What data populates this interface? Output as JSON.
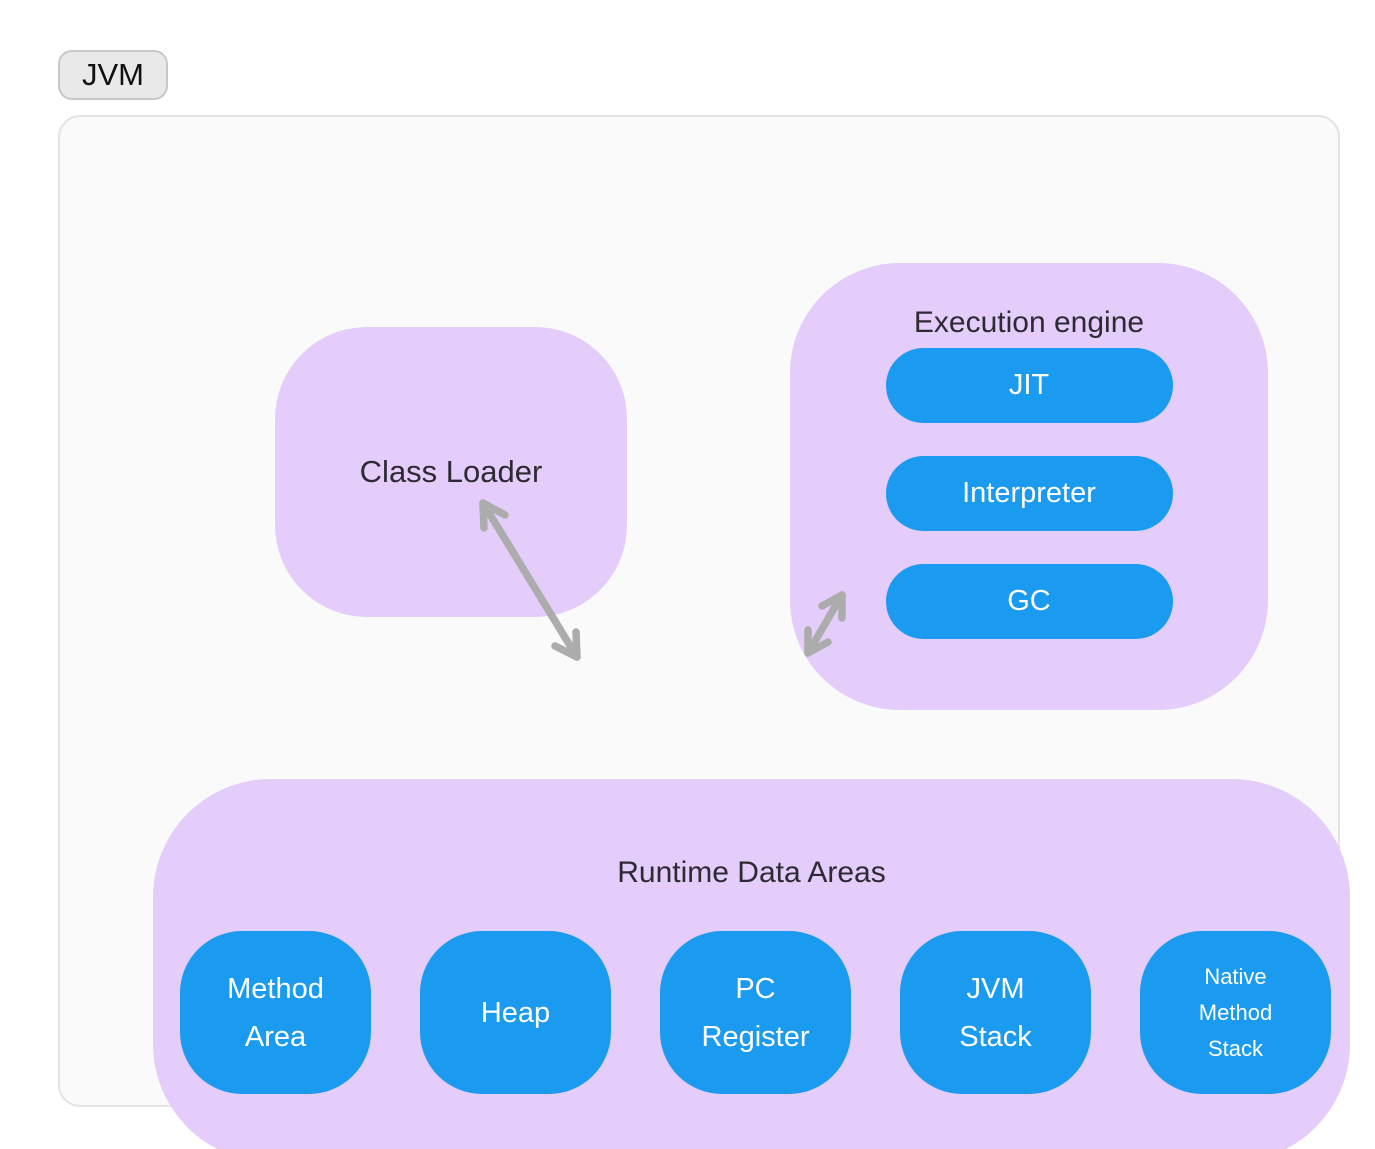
{
  "badge": {
    "label": "JVM"
  },
  "colors": {
    "page_bg": "#FFFFFF",
    "container_bg": "#FAFAFA",
    "container_border": "#E3E3E3",
    "badge_bg": "#E9E9EA",
    "badge_border": "#C8C8C8",
    "purple": "#E4CDFA",
    "blue": "#1B9BF0",
    "dark_text": "#2D2A33",
    "white_text": "#FFFFFF",
    "arrow": "#ACACAC"
  },
  "diagram": {
    "class_loader": {
      "label": "Class Loader"
    },
    "execution_engine": {
      "title": "Execution engine",
      "components": [
        {
          "label": "JIT"
        },
        {
          "label": "Interpreter"
        },
        {
          "label": "GC"
        }
      ]
    },
    "runtime_data_areas": {
      "title": "Runtime Data Areas",
      "components": [
        {
          "label": "Method Area"
        },
        {
          "label": "Heap"
        },
        {
          "label": "PC Register"
        },
        {
          "label": "JVM Stack"
        },
        {
          "label": "Native Method Stack"
        }
      ]
    }
  }
}
